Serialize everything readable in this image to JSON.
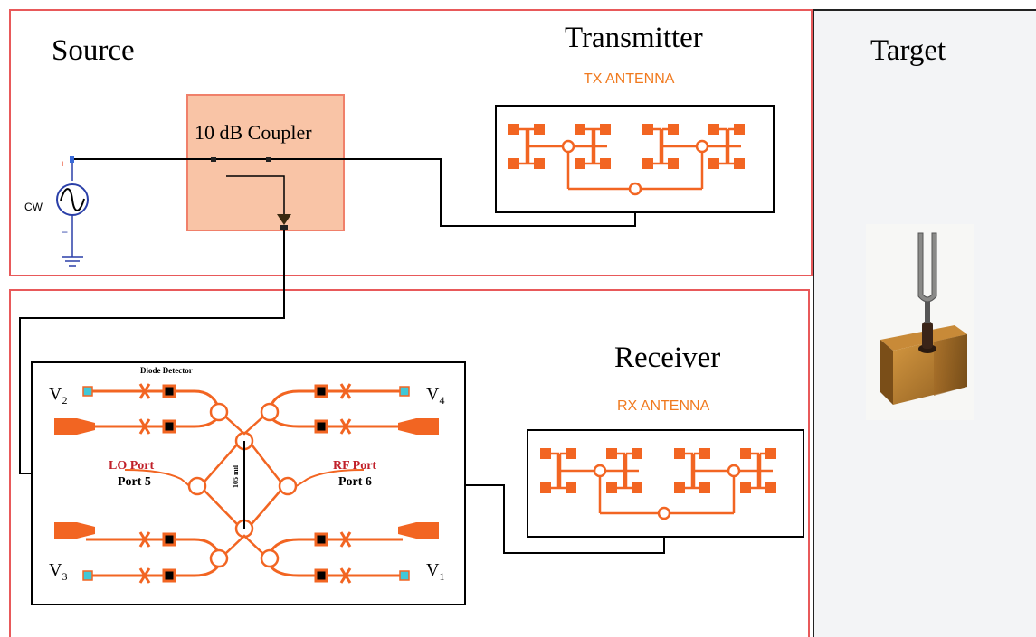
{
  "source": {
    "title": "Source",
    "cw_label": "CW",
    "plus": "+",
    "minus": "−"
  },
  "coupler": {
    "label": "10 dB Coupler"
  },
  "transmitter": {
    "title": "Transmitter",
    "antenna_label": "TX ANTENNA"
  },
  "target": {
    "title": "Target"
  },
  "receiver": {
    "title": "Receiver",
    "antenna_label": "RX ANTENNA"
  },
  "mixer": {
    "diode_label": "Diode Detector",
    "lo_port": "LO Port",
    "port5": "Port 5",
    "rf_port": "RF Port",
    "port6": "Port 6",
    "dimension": "105 mil",
    "v1": "V",
    "v1_sub": "1",
    "v2": "V",
    "v2_sub": "2",
    "v3": "V",
    "v3_sub": "3",
    "v4": "V",
    "v4_sub": "4"
  },
  "colors": {
    "frame": "#e8595a",
    "trace": "#f26522",
    "coupler_fill": "#f9c4a6",
    "coupler_border": "#f0806a",
    "label_red": "#c0202a",
    "antenna_text": "#f07a1f"
  }
}
